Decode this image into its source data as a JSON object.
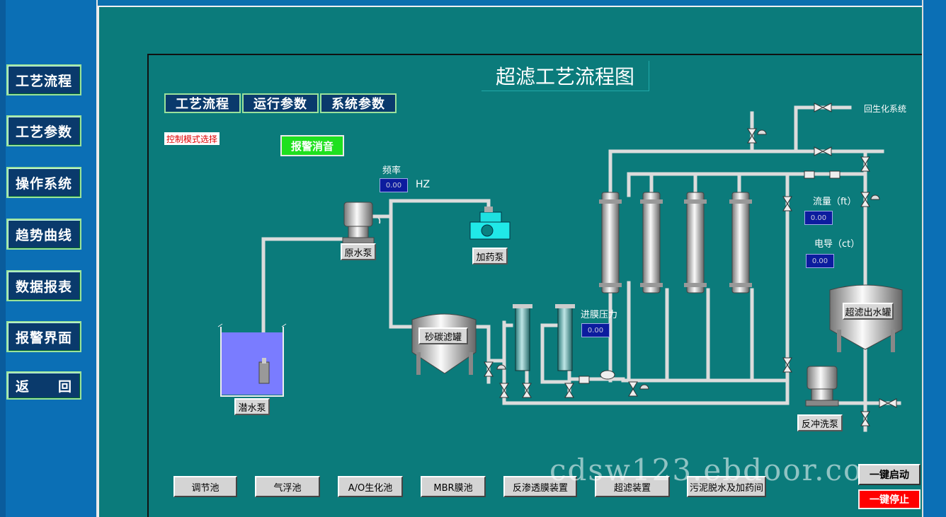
{
  "nav": {
    "items": [
      {
        "label": "工艺流程"
      },
      {
        "label": "工艺参数"
      },
      {
        "label": "操作系统"
      },
      {
        "label": "趋势曲线"
      },
      {
        "label": "数据报表"
      },
      {
        "label": "报警界面"
      },
      {
        "label": "返　　回"
      }
    ]
  },
  "header": {
    "title": "超滤工艺流程图"
  },
  "tabs": [
    {
      "label": "工艺流程"
    },
    {
      "label": "运行参数"
    },
    {
      "label": "系统参数"
    }
  ],
  "controls": {
    "mode_label": "控制模式选择",
    "alarm_mute": "报警消音"
  },
  "readings": {
    "freq_label": "频率",
    "freq_value": "0.00",
    "freq_unit": "HZ",
    "flow_label": "流量（ft）",
    "flow_value": "0.00",
    "cond_label": "电导（ct）",
    "cond_value": "0.00",
    "pressure_label": "进膜压力",
    "pressure_value": "0.00"
  },
  "equipment": {
    "submersible_pump": "潜水泵",
    "raw_pump": "原水泵",
    "dosing_pump": "加药泵",
    "sand_filter": "砂碳滤罐",
    "uf_tank": "超滤出水罐",
    "backwash_pump": "反冲洗泵",
    "regen": "回生化系统"
  },
  "bottom_nav": [
    {
      "label": "调节池"
    },
    {
      "label": "气浮池"
    },
    {
      "label": "A/O生化池"
    },
    {
      "label": "MBR膜池"
    },
    {
      "label": "反渗透膜装置"
    },
    {
      "label": "超滤装置"
    },
    {
      "label": "污泥脱水及加药间"
    }
  ],
  "actions": {
    "start": "一键启动",
    "stop": "一键停止"
  },
  "watermark": "cdsw123.ebdoor.com",
  "colors": {
    "background": "#0b7b7b",
    "nav_bg": "#0a3a6c",
    "nav_border": "#9be29b",
    "alarm": "#1fe01f",
    "stop": "#ff0000"
  }
}
